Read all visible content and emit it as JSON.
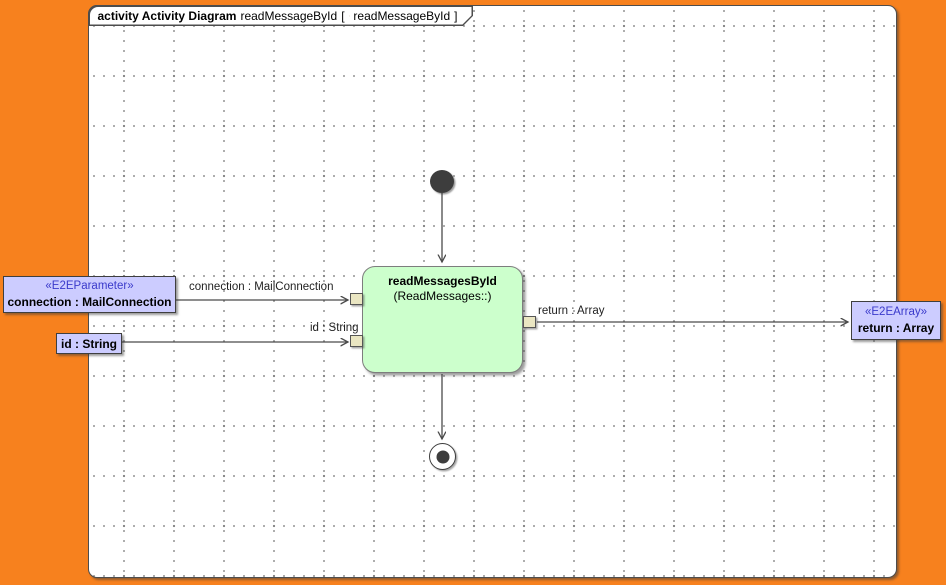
{
  "frame": {
    "keyword": "activity",
    "title_bold": "activity Activity Diagram",
    "diagram_name": "readMessageById",
    "bracket_open": "[",
    "context_name": "readMessageById",
    "bracket_close": "]"
  },
  "action": {
    "name": "readMessagesById",
    "behavior": "(ReadMessages::)"
  },
  "object_nodes": {
    "param_connection": {
      "stereotype": "«E2EParameter»",
      "name": "connection : MailConnection"
    },
    "param_id": {
      "name": "id : String"
    },
    "result_array": {
      "stereotype": "«E2EArray»",
      "name": "return : Array"
    }
  },
  "edge_labels": {
    "connection": "connection : MailConnection",
    "id": "id : String",
    "return": "return : Array"
  },
  "colors": {
    "background_orange": "#f7811e",
    "canvas_white": "#ffffff",
    "action_green": "#ccffcc",
    "object_lavender": "#ccccff",
    "stereotype_blue": "#3a3acb",
    "pin_beige": "#eae6c2",
    "line_gray": "#4a4a4a"
  }
}
